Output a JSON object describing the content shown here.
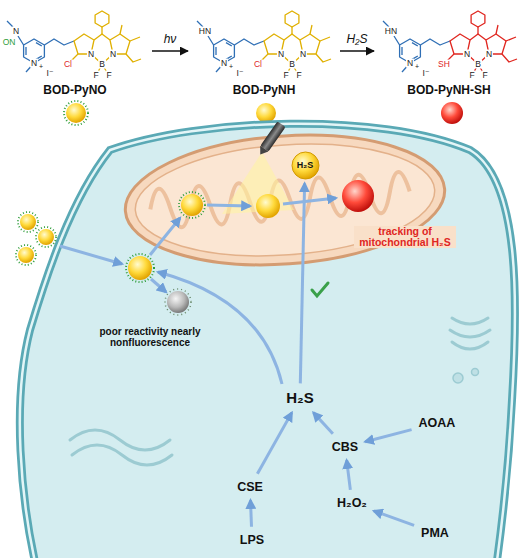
{
  "diagram": {
    "nodes": [
      {
        "text": [
          "BOD-PyNO"
        ]
      },
      {
        "text": [
          "BOD-PyNH"
        ]
      },
      {
        "text": [
          "BOD-PyNH-SH"
        ]
      },
      {
        "text": [
          "H₂S"
        ]
      },
      {
        "text": [
          "H₂S"
        ]
      },
      {
        "text": [
          "CSE"
        ]
      },
      {
        "text": [
          "CBS"
        ]
      },
      {
        "text": [
          "AOAA"
        ]
      },
      {
        "text": [
          "H₂O₂"
        ]
      },
      {
        "text": [
          "PMA"
        ]
      },
      {
        "text": [
          "LPS"
        ]
      }
    ],
    "edges": [
      {
        "from": 0,
        "to": 1,
        "label": "hν",
        "arrow": "to"
      },
      {
        "from": 1,
        "to": 2,
        "label": "H₂S",
        "arrow": "to"
      },
      {
        "from": 4,
        "to": 3,
        "arrow": "to"
      },
      {
        "from": 10,
        "to": 5,
        "arrow": "to"
      },
      {
        "from": 5,
        "to": 4,
        "arrow": "to"
      },
      {
        "from": 6,
        "to": 4,
        "arrow": "to"
      },
      {
        "from": 7,
        "to": 6,
        "arrow": "to"
      },
      {
        "from": 8,
        "to": 6,
        "arrow": "to"
      },
      {
        "from": 9,
        "to": 8,
        "arrow": "to"
      }
    ],
    "labels": [
      "ON",
      "N",
      "N",
      "+",
      "I⁻",
      "Cl",
      "N",
      "N",
      "B",
      "F",
      "F",
      "HN",
      "N",
      "+",
      "I⁻",
      "Cl",
      "N",
      "N",
      "B",
      "F",
      "F",
      "HN",
      "N",
      "+",
      "I⁻",
      "SH",
      "N",
      "N",
      "B",
      "F",
      "F",
      "tracking of mitochondrial H₂S",
      "poor reactivity nearly nonfluorescence"
    ]
  }
}
